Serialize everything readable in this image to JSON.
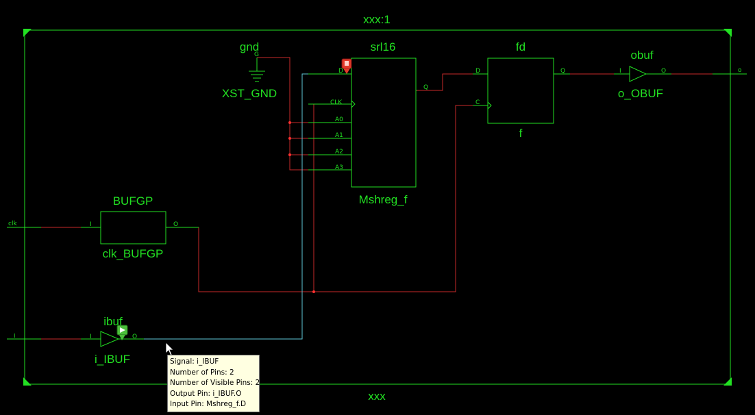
{
  "schematic": {
    "module_title": "xxx:1",
    "module_name": "xxx",
    "colors": {
      "background": "#000000",
      "component": "#22e022",
      "net_highlight": "#c82a2a",
      "net_normal": "#22e022",
      "selected_net": "#5fc8d8"
    },
    "components": {
      "gnd": {
        "type": "gnd",
        "instance": "XST_GND",
        "pin": "G"
      },
      "srl16": {
        "type": "srl16",
        "instance": "Mshreg_f",
        "pins": [
          "D",
          "CLK",
          "A0",
          "A1",
          "A2",
          "A3",
          "Q"
        ]
      },
      "fd": {
        "type": "fd",
        "instance": "f",
        "pins": [
          "D",
          "C",
          "Q"
        ]
      },
      "obuf": {
        "type": "obuf",
        "instance": "o_OBUF",
        "pins": [
          "I",
          "O"
        ]
      },
      "bufgp": {
        "type": "BUFGP",
        "instance": "clk_BUFGP",
        "pins": [
          "I",
          "O"
        ]
      },
      "ibuf": {
        "type": "ibuf",
        "instance": "i_IBUF",
        "pins": [
          "I",
          "O"
        ]
      }
    },
    "ports": {
      "clk": "clk",
      "i": "i",
      "o": "o"
    },
    "icons": {
      "input_marker": "green-probe-icon",
      "output_marker": "red-probe-icon",
      "cursor": "mouse-pointer-icon"
    }
  },
  "tooltip": {
    "lines": [
      "Signal: i_IBUF",
      "Number of Pins: 2",
      "Number of Visible Pins: 2",
      "Output Pin: i_IBUF.O",
      "Input Pin: Mshreg_f.D"
    ]
  }
}
